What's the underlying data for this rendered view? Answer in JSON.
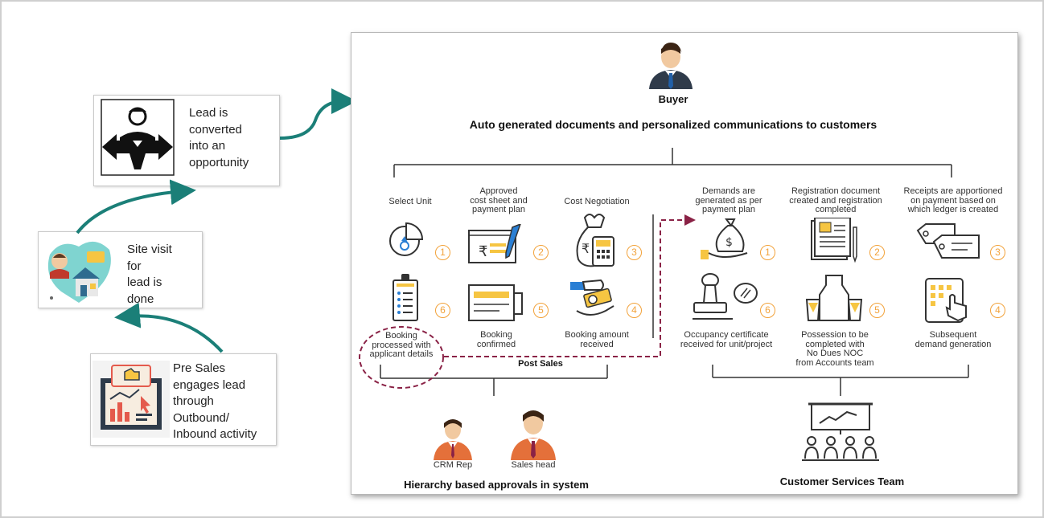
{
  "left_flow": {
    "lead_converted": "Lead is\nconverted\ninto an\nopportunity",
    "site_visit": "Site visit\nfor\nlead is\ndone",
    "pre_sales": "Pre Sales\nengages lead\nthrough\nOutbound/\nInbound activity"
  },
  "panel": {
    "buyer": "Buyer",
    "heading": "Auto generated documents and personalized communications to customers",
    "post_sales": "Post Sales",
    "hierarchy": "Hierarchy based approvals in system",
    "crm_rep": "CRM Rep",
    "sales_head": "Sales head",
    "customer_services": "Customer Services Team",
    "left_steps": [
      {
        "label": "Select Unit",
        "num": "1",
        "icon": "pie-chart-icon"
      },
      {
        "label": "Approved\ncost sheet and\npayment plan",
        "num": "2",
        "icon": "rupee-document-icon"
      },
      {
        "label": "Cost Negotiation",
        "num": "3",
        "icon": "money-bag-calculator-icon"
      },
      {
        "label": "Booking amount\nreceived",
        "num": "4",
        "icon": "hand-coin-icon"
      },
      {
        "label": "Booking\nconfirmed",
        "num": "5",
        "icon": "booking-ticket-icon"
      },
      {
        "label": "Booking\nprocessed with\napplicant details",
        "num": "6",
        "icon": "clipboard-checklist-icon"
      }
    ],
    "right_steps": [
      {
        "label": "Demands are\ngenerated as per\npayment plan",
        "num": "1",
        "icon": "money-bag-hand-icon"
      },
      {
        "label": "Registration document\ncreated and registration\ncompleted",
        "num": "2",
        "icon": "registration-document-icon"
      },
      {
        "label": "Receipts are apportioned\non payment based on\nwhich ledger is created",
        "num": "3",
        "icon": "receipt-tags-icon"
      },
      {
        "label": "Subsequent\ndemand generation",
        "num": "4",
        "icon": "tablet-touch-icon"
      },
      {
        "label": "Possession to be\ncompleted with\nNo Dues NOC\nfrom Accounts team",
        "num": "5",
        "icon": "glass-containers-icon"
      },
      {
        "label": "Occupancy certificate\nreceived for unit/project",
        "num": "6",
        "icon": "stamp-seal-icon"
      }
    ]
  },
  "colors": {
    "teal_arrow": "#1b7f78",
    "dashed_maroon": "#8a2246",
    "step_number": "#f2a23a",
    "accent_yellow": "#f6c542"
  }
}
